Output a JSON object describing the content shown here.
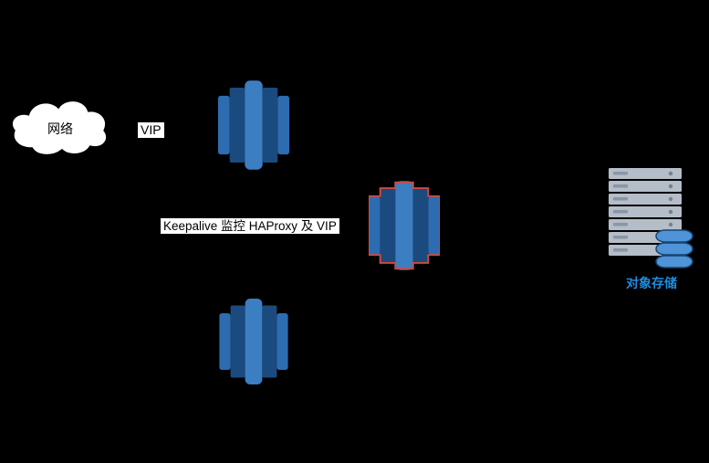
{
  "diagram": {
    "background_color": "#000000",
    "network_cloud": {
      "label": "网络"
    },
    "vip": {
      "label": "VIP"
    },
    "keepalive": {
      "label": "Keepalive 监控 HAProxy 及 VIP"
    },
    "object_storage": {
      "label": "对象存储",
      "label_color": "#1d8ce0"
    },
    "icons": {
      "network": "cloud-icon",
      "haproxy_top": "database-icon",
      "haproxy_middle": "database-icon (red highlighted outline)",
      "haproxy_bottom": "database-icon",
      "storage": "server-rack-with-disk-stack-icon"
    },
    "colors": {
      "db_stripe_dark": "#1b4a7e",
      "db_stripe_mid": "#2d6cb0",
      "db_stripe_light": "#3c7ec2",
      "highlight_outline": "#cc4a43",
      "rack_gray": "#b4bdc8",
      "rack_detail_gray": "#8a95a5",
      "disk_blue": "#4f93d8",
      "disk_outline": "#17456e",
      "cloud_fill": "#ffffff",
      "label_background": "#ffffff",
      "label_text": "#000000"
    }
  }
}
